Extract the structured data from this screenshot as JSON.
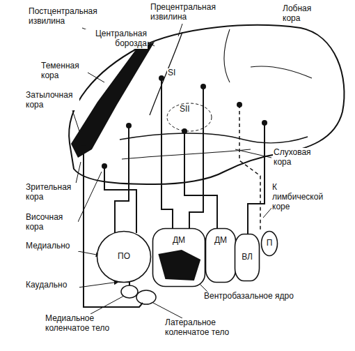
{
  "diagram": {
    "nodes": [
      {
        "text": [
          "ПО"
        ]
      },
      {
        "text": [
          "ДМ"
        ]
      },
      {
        "text": [
          "ДМ"
        ]
      },
      {
        "text": [
          "ВЛ"
        ]
      },
      {
        "text": [
          "П"
        ]
      }
    ],
    "labels": [
      "Постцентральная извилина",
      "Прецентральная извилина",
      "Центральная борозда",
      "Лобная кора",
      "Теменная кора",
      "Затылочная кора",
      "SI",
      "SII",
      "Слуховая кора",
      "Зрительная кора",
      "Височная кора",
      "К лимбической коре",
      "Медиально",
      "Каудально",
      "Вентробазальное ядро",
      "Медиальное коленчатое тело",
      "Латеральное коленчатое тело"
    ]
  }
}
